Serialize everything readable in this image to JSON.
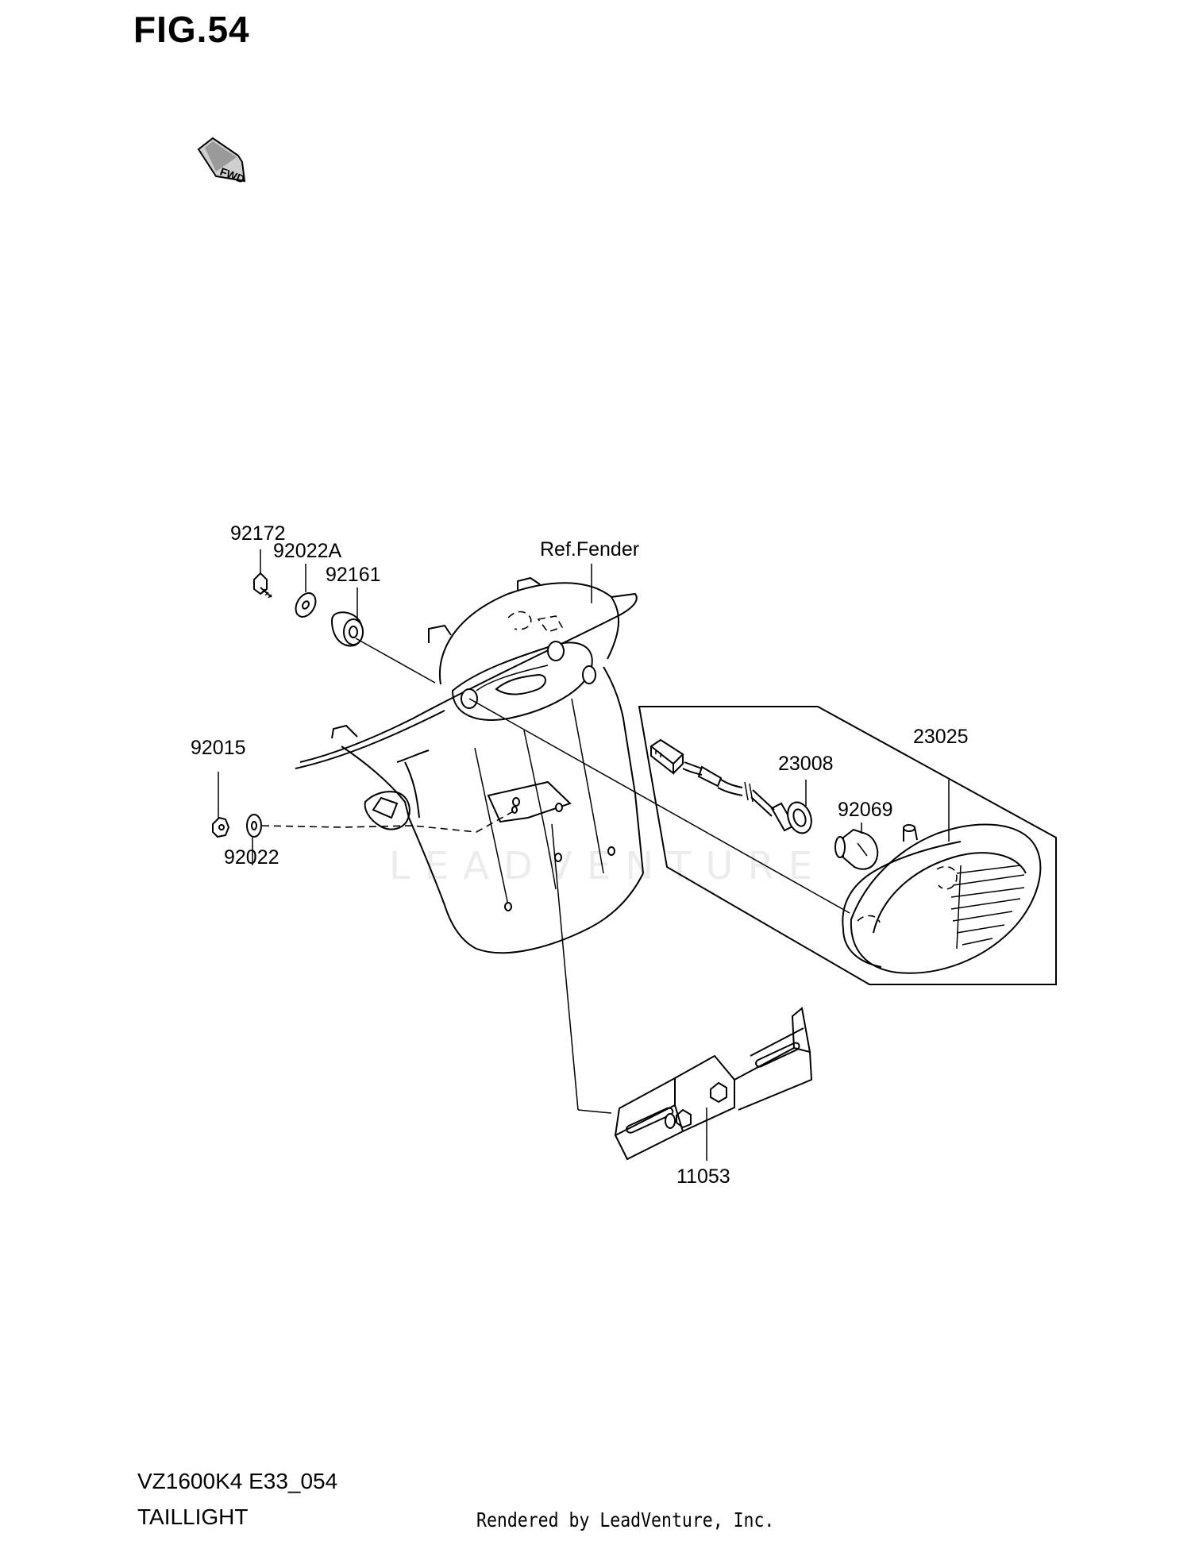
{
  "figure": {
    "title": "FIG.54"
  },
  "fwd_badge": {
    "text": "FWD",
    "icon": "forward-arrow-icon"
  },
  "watermark": {
    "text": "LEADVENTURE"
  },
  "callouts": {
    "p92172": "92172",
    "p92022A": "92022A",
    "p92161": "92161",
    "ref_fender": "Ref.Fender",
    "p92015": "92015",
    "p92022": "92022",
    "p23025": "23025",
    "p23008": "23008",
    "p92069": "92069",
    "p11053": "11053"
  },
  "footer": {
    "model_code": "VZ1600K4 E33_054",
    "section_name": "TAILLIGHT",
    "credit": "Rendered by LeadVenture, Inc."
  }
}
